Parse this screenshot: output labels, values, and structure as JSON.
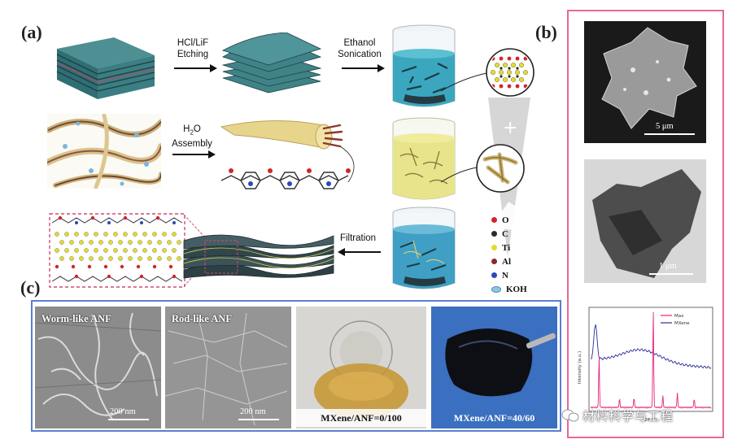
{
  "panels": {
    "a": "(a)",
    "b": "(b)",
    "c": "(c)"
  },
  "steps": {
    "etching": [
      "HCl/LiF",
      "Etching"
    ],
    "sonication": [
      "Ethanol",
      "Sonication"
    ],
    "assembly_formula": "H",
    "assembly_sub": "2",
    "assembly_o": "O",
    "assembly": "Assembly",
    "filtration": "Filtration"
  },
  "legend": [
    {
      "label": "O",
      "color": "#d0262a"
    },
    {
      "label": "C",
      "color": "#2b2b2b"
    },
    {
      "label": "Ti",
      "color": "#e3dc2c"
    },
    {
      "label": "Al",
      "color": "#8a2a2a"
    },
    {
      "label": "N",
      "color": "#2a48b8"
    },
    {
      "label": "KOH",
      "color": "#8fc6e6"
    }
  ],
  "sem": {
    "worm_label": "Worm-like ANF",
    "rod_label": "Rod-like ANF",
    "scale_200": "200 nm",
    "scale_5um": "5 μm",
    "scale_1um": "1 μm"
  },
  "photos": {
    "film1": "MXene/ANF=0/100",
    "film2": "MXene/ANF=40/60"
  },
  "chart_data": {
    "type": "line",
    "xlabel": "2θ (°)",
    "ylabel": "Intensity (a.u.)",
    "series": [
      {
        "name": "Max",
        "color": "#e6257a"
      },
      {
        "name": "MXene",
        "color": "#2b2b9a"
      }
    ]
  },
  "colors": {
    "panel_b_border": "#e86a93",
    "panel_c_border": "#5b7fd0",
    "crosshair_a": "#d44a6b"
  },
  "watermark": "材料科学与工程"
}
